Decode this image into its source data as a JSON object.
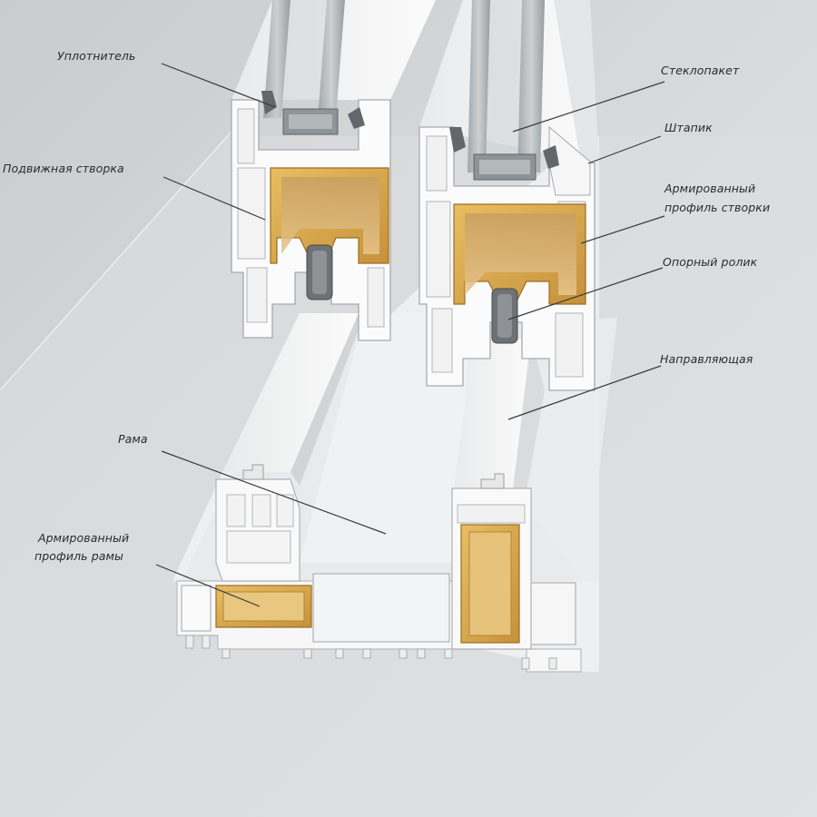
{
  "labels": {
    "seal": "Уплотнитель",
    "movable_sash": "Подвижная створка",
    "glass_unit": "Стеклопакет",
    "glazing_bead": "Штапик",
    "reinforced_sash_profile": "Армированный профиль створки",
    "reinforced_sash_profile_line1": "Армированный",
    "reinforced_sash_profile_line2": "профиль створки",
    "support_roller": "Опорный ролик",
    "guide_rail": "Направляющая",
    "frame": "Рама",
    "reinforced_frame_profile": "Армированный профиль рамы",
    "reinforced_frame_profile_line1": "Армированный",
    "reinforced_frame_profile_line2": "профиль рамы"
  },
  "colors": {
    "background": "#d4d6d8",
    "pvc_white": "#f4f4f4",
    "pvc_shadow": "#c9cccf",
    "steel_reinforcement": "#d9a94a",
    "glass": "#a7aeb2",
    "seal_gray": "#6b6f73",
    "leader_line": "#3a3a3a"
  }
}
